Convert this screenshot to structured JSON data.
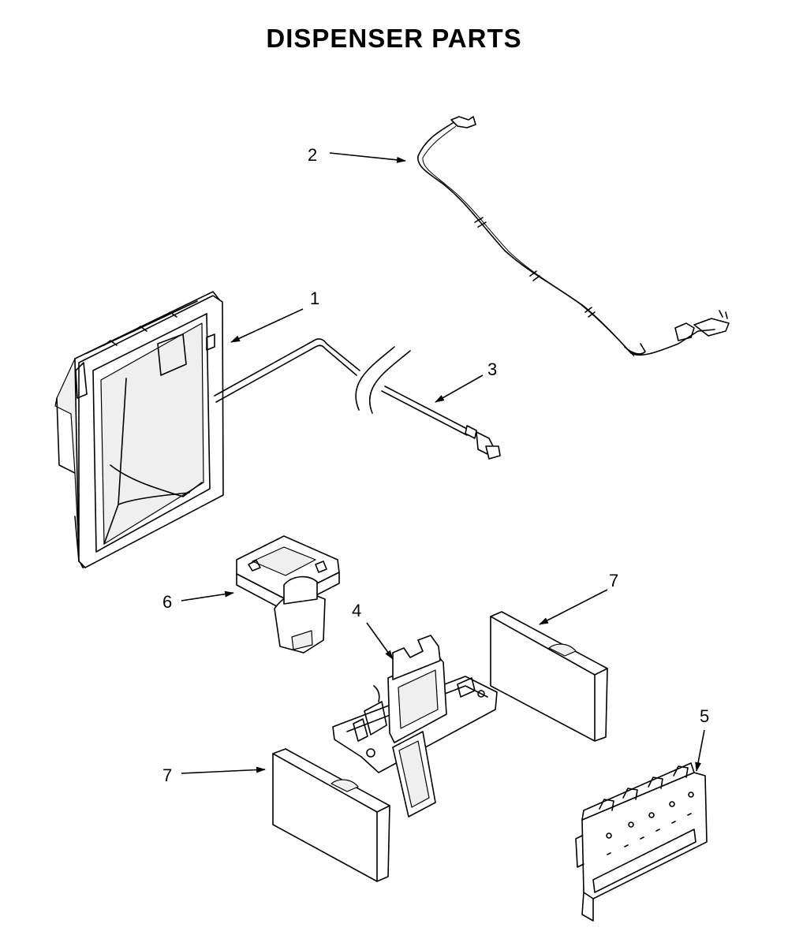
{
  "title": "DISPENSER PARTS",
  "callouts": [
    {
      "id": "1",
      "label": "1"
    },
    {
      "id": "2",
      "label": "2"
    },
    {
      "id": "3",
      "label": "3"
    },
    {
      "id": "4",
      "label": "4"
    },
    {
      "id": "5",
      "label": "5"
    },
    {
      "id": "6",
      "label": "6"
    },
    {
      "id": "7a",
      "label": "7"
    },
    {
      "id": "7b",
      "label": "7"
    }
  ]
}
